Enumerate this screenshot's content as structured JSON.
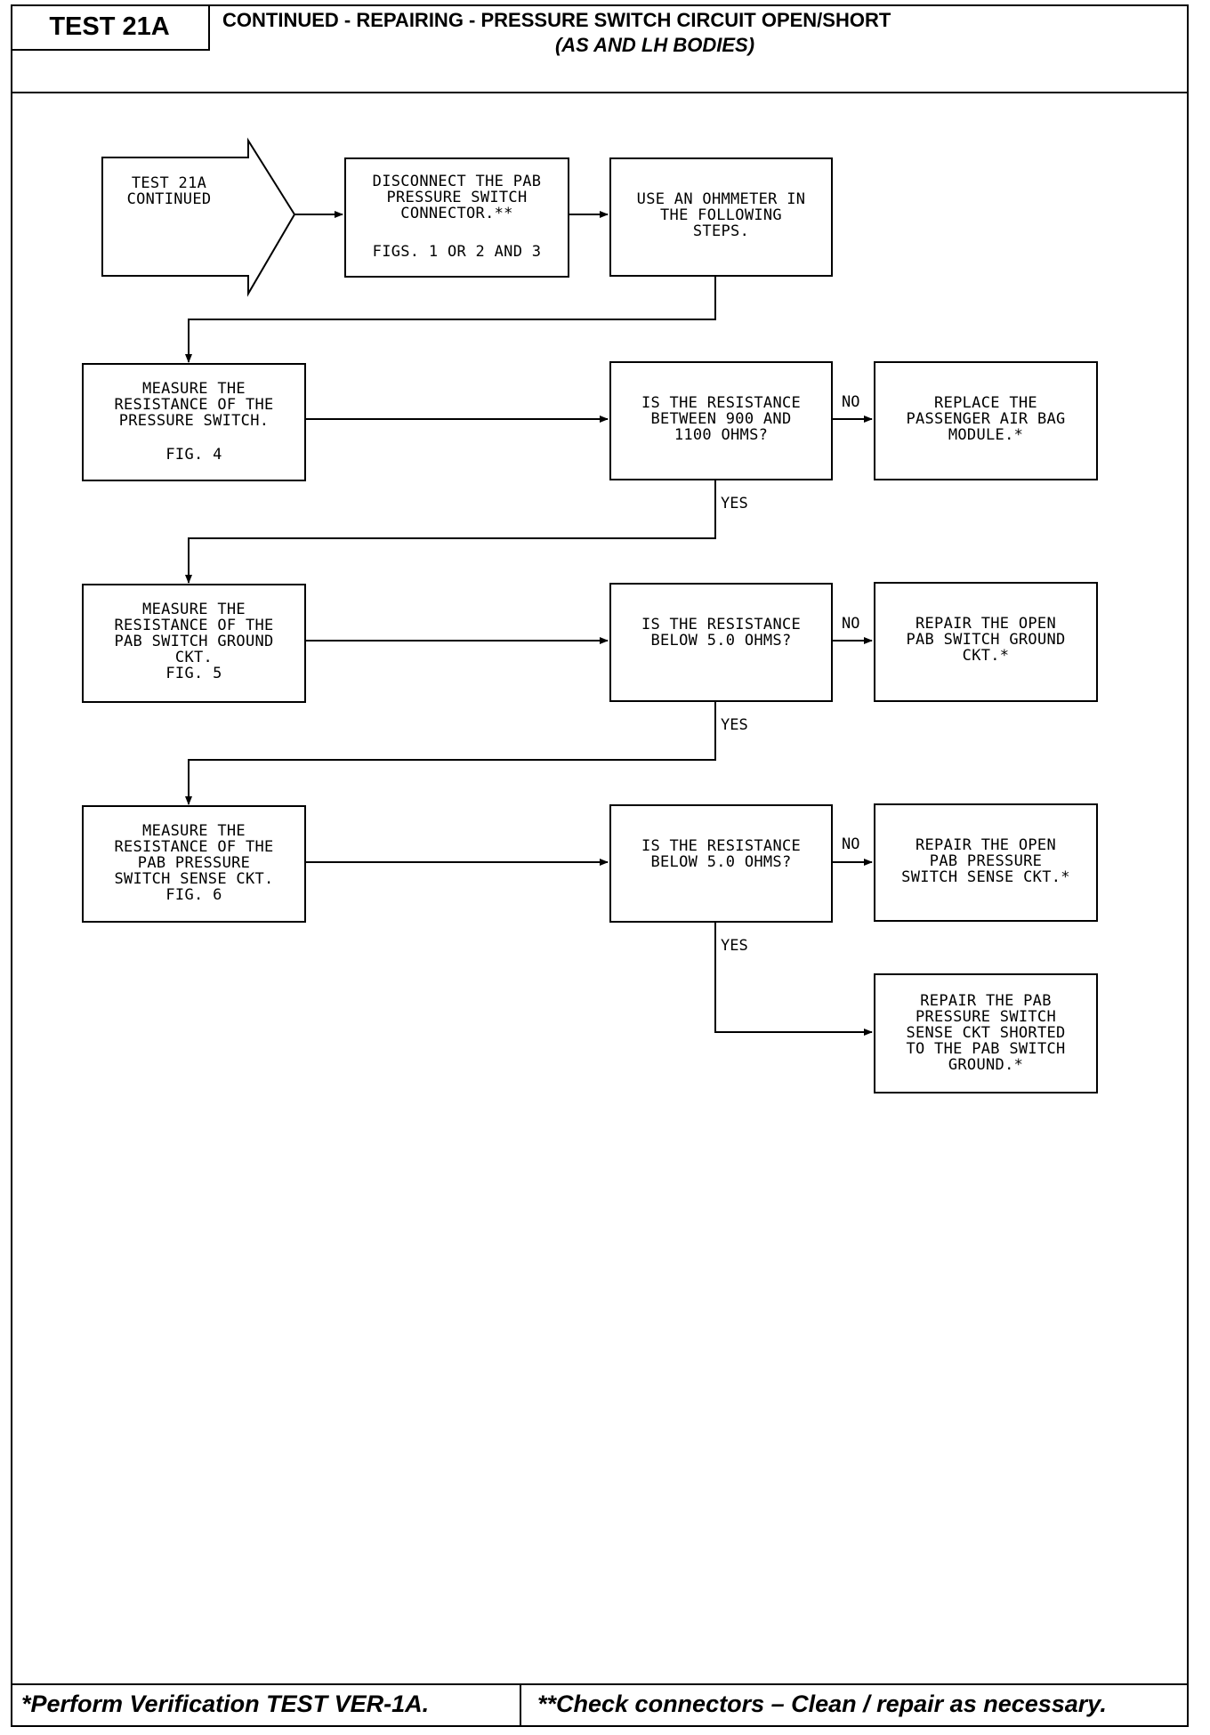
{
  "header": {
    "test_id": "TEST 21A",
    "title_line1": "CONTINUED - REPAIRING -  PRESSURE SWITCH CIRCUIT OPEN/SHORT",
    "title_line2": "(AS AND LH BODIES)"
  },
  "nodes": {
    "start": "TEST 21A\nCONTINUED",
    "disconnect": "DISCONNECT THE PAB\nPRESSURE SWITCH\nCONNECTOR.**",
    "disconnect_fig": "FIGS. 1 OR 2 AND 3",
    "ohmmeter": "USE AN OHMMETER IN\nTHE FOLLOWING\nSTEPS.",
    "measure_switch": "MEASURE THE\nRESISTANCE OF THE\nPRESSURE SWITCH.",
    "measure_switch_fig": "FIG. 4",
    "q1": "IS THE RESISTANCE\nBETWEEN 900 AND\n1100 OHMS?",
    "replace_module": "REPLACE THE\nPASSENGER AIR BAG\nMODULE.*",
    "measure_ground": "MEASURE THE\nRESISTANCE OF THE\nPAB SWITCH GROUND\nCKT.\nFIG. 5",
    "q2": "IS THE RESISTANCE\nBELOW 5.0 OHMS?",
    "repair_ground": "REPAIR THE OPEN\nPAB SWITCH GROUND\nCKT.*",
    "measure_sense": "MEASURE THE\nRESISTANCE OF THE\nPAB PRESSURE\nSWITCH SENSE CKT.\nFIG. 6",
    "q3": "IS THE RESISTANCE\nBELOW 5.0 OHMS?",
    "repair_sense": "REPAIR THE OPEN\nPAB PRESSURE\nSWITCH SENSE CKT.*",
    "repair_shorted": "REPAIR THE PAB\nPRESSURE SWITCH\nSENSE CKT SHORTED\nTO THE PAB SWITCH\nGROUND.*"
  },
  "labels": {
    "no": "NO",
    "yes": "YES"
  },
  "footer": {
    "left": "*Perform Verification TEST VER-1A.",
    "right": "**Check connectors – Clean / repair as necessary."
  }
}
